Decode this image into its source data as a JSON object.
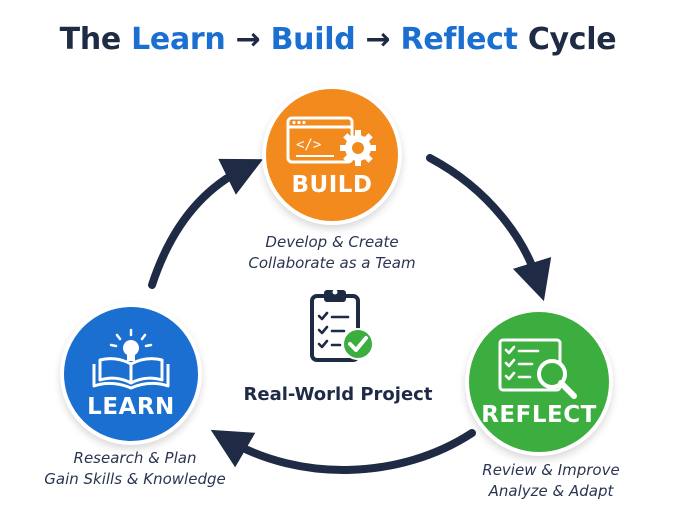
{
  "title": {
    "prefix": "The ",
    "learn": "Learn",
    "arrow1": " → ",
    "build": "Build",
    "arrow2": " → ",
    "reflect": "Reflect",
    "suffix": " Cycle"
  },
  "nodes": {
    "build": {
      "label": "BUILD",
      "line1": "Develop & Create",
      "line2": "Collaborate as a Team",
      "color": "#f28a1e"
    },
    "learn": {
      "label": "LEARN",
      "line1": "Research & Plan",
      "line2": "Gain Skills & Knowledge",
      "color": "#1a6fd1"
    },
    "reflect": {
      "label": "REFLECT",
      "line1": "Review & Improve",
      "line2": "Analyze & Adapt",
      "color": "#3cae3f"
    }
  },
  "center": {
    "label": "Real-World Project",
    "icon": "clipboard-check-icon"
  },
  "colors": {
    "dark": "#1f2a44",
    "accent": "#1a6fd1"
  }
}
